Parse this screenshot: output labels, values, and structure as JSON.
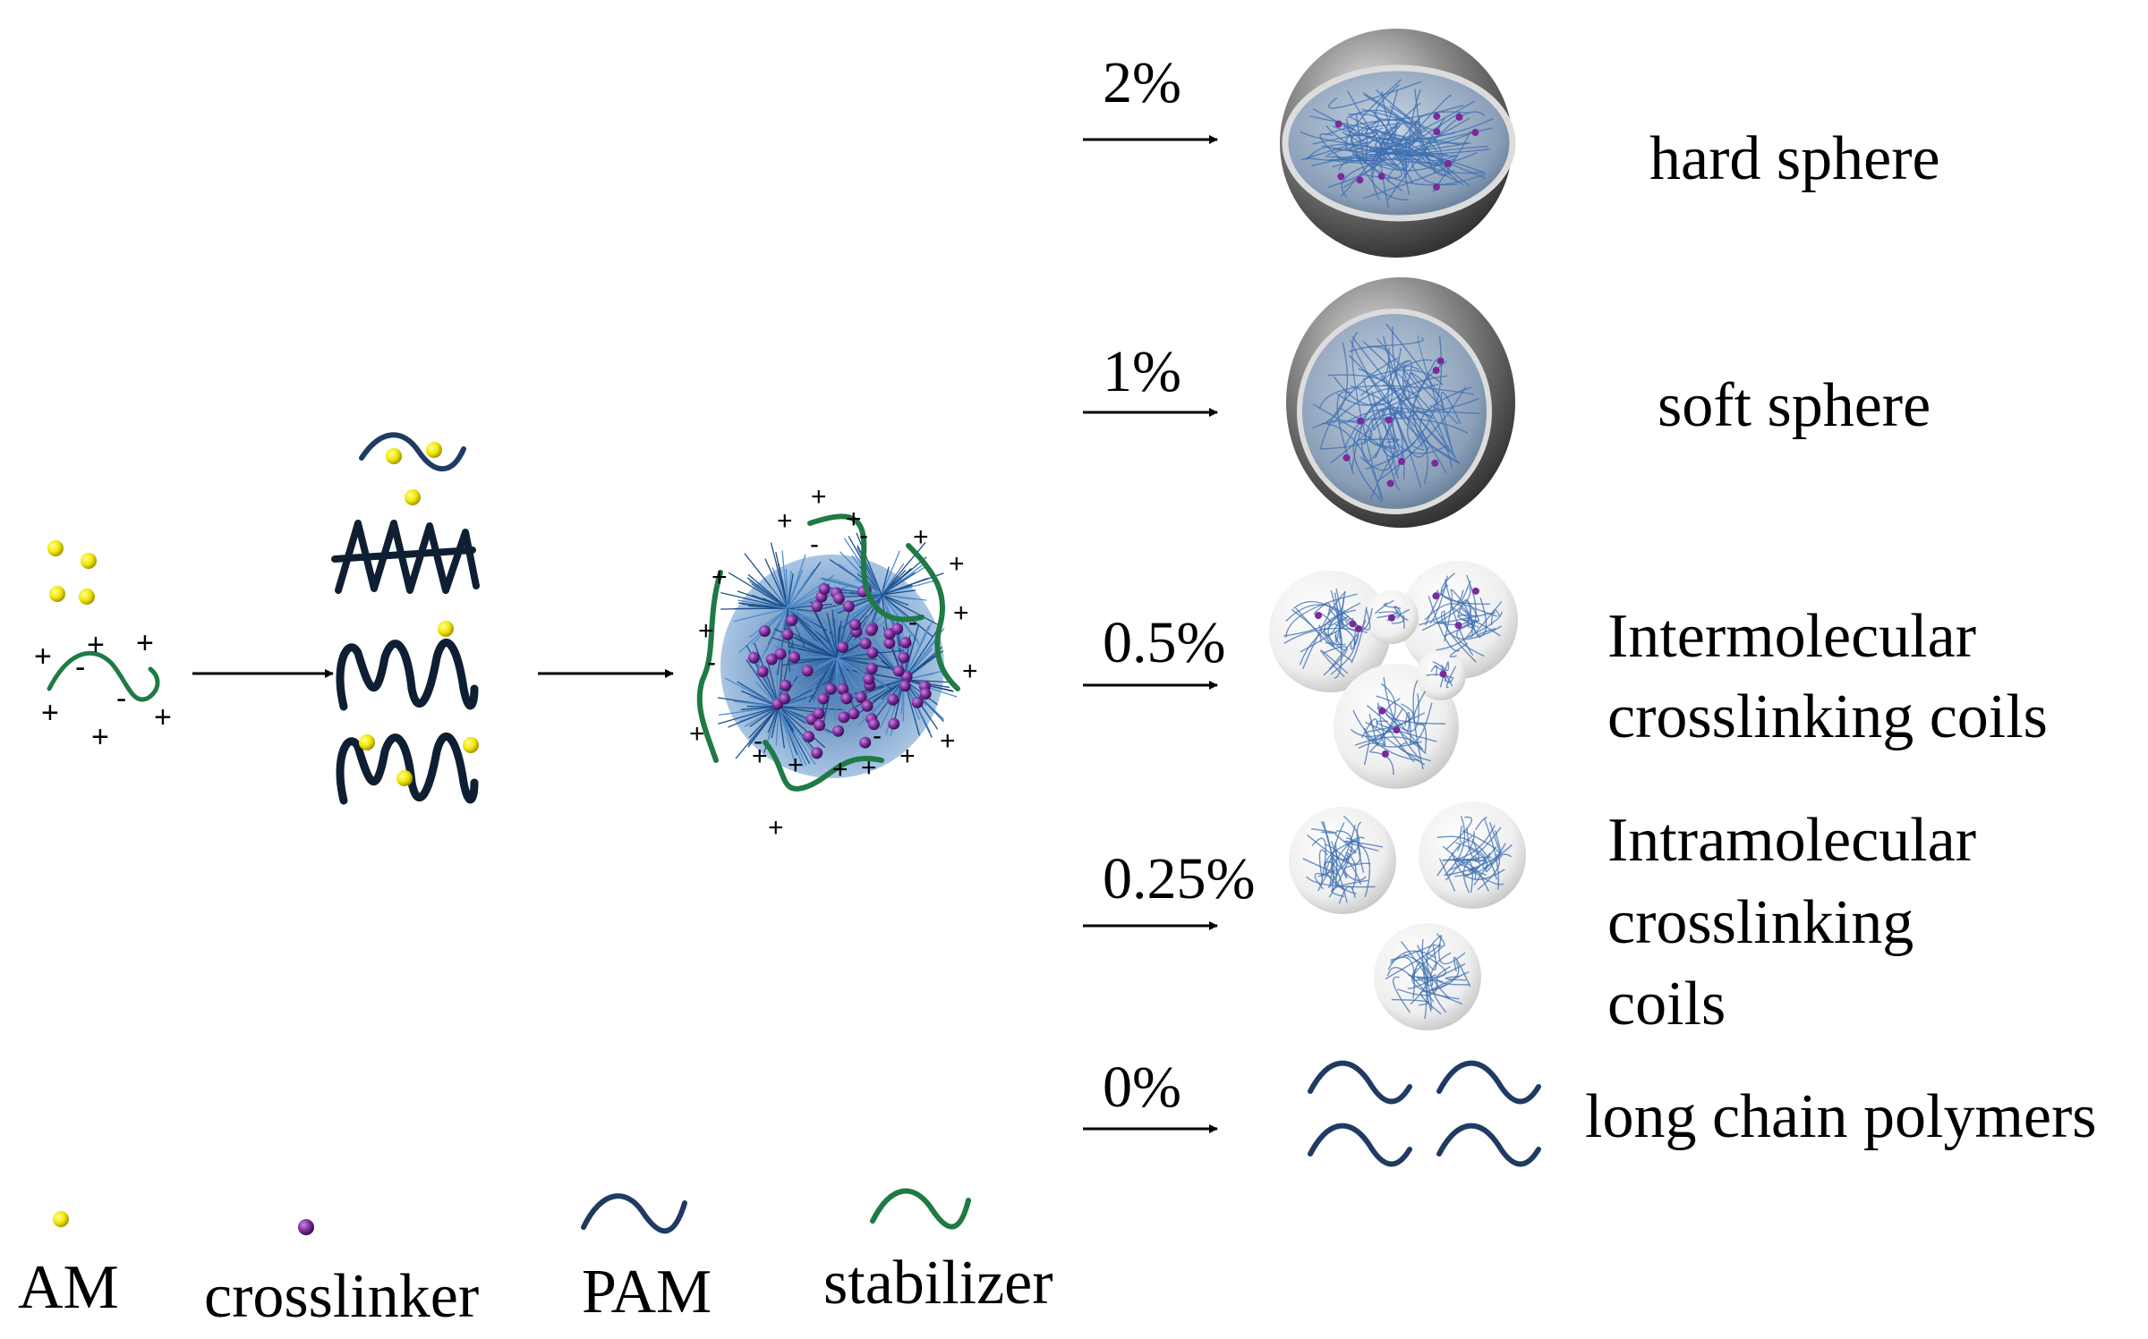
{
  "steps": [
    {
      "percent": "2%",
      "label_lines": [
        "hard sphere"
      ]
    },
    {
      "percent": "1%",
      "label_lines": [
        "soft sphere"
      ]
    },
    {
      "percent": "0.5%",
      "label_lines": [
        "Intermolecular",
        "crosslinking coils"
      ]
    },
    {
      "percent": "0.25%",
      "label_lines": [
        "Intramolecular",
        "crosslinking",
        "coils"
      ]
    },
    {
      "percent": "0%",
      "label_lines": [
        "long chain polymers"
      ]
    }
  ],
  "legend": {
    "am": "AM",
    "crosslinker": "crosslinker",
    "pam": "PAM",
    "stabilizer": "stabilizer"
  },
  "colors": {
    "am": "#f2e600",
    "crosslinker": "#7a2a9a",
    "pam": "#1f3b63",
    "stabilizer": "#1f7a45",
    "coil": "#3f6fb0",
    "shell": "#555555"
  }
}
